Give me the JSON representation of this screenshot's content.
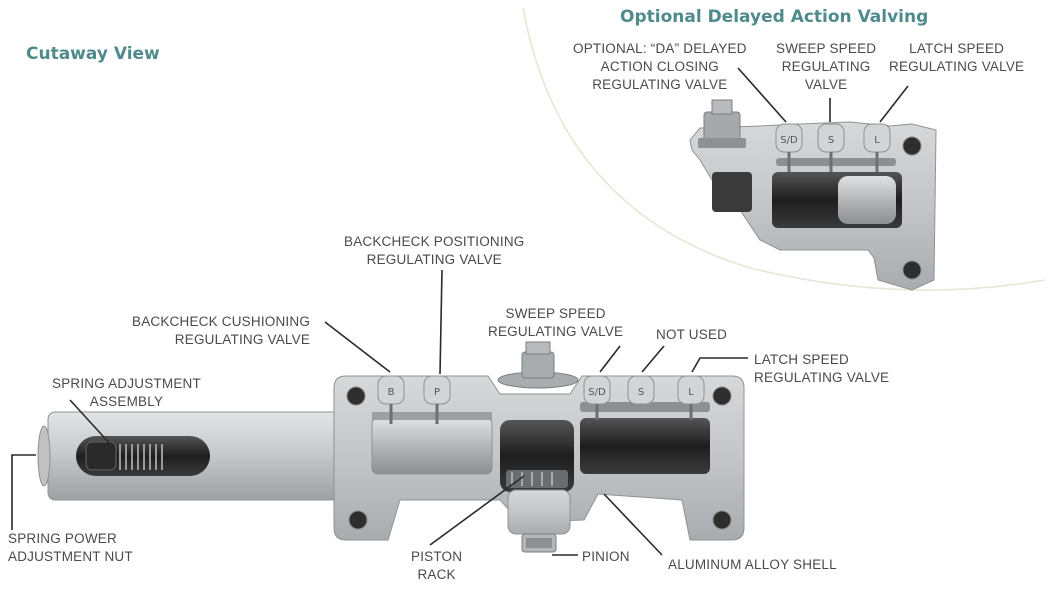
{
  "headings": {
    "cutaway": "Cutaway View",
    "optional": "Optional Delayed Action Valving"
  },
  "inset_labels": {
    "da_valve": [
      "OPTIONAL: “DA” DELAYED",
      "ACTION CLOSING",
      "REGULATING VALVE"
    ],
    "sweep_speed": [
      "SWEEP SPEED",
      "REGULATING",
      "VALVE"
    ],
    "latch_speed": [
      "LATCH SPEED",
      "REGULATING VALVE"
    ]
  },
  "main_labels": {
    "backcheck_positioning": [
      "BACKCHECK POSITIONING",
      "REGULATING VALVE"
    ],
    "backcheck_cushioning": [
      "BACKCHECK CUSHIONING",
      "REGULATING VALVE"
    ],
    "sweep_speed": [
      "SWEEP SPEED",
      "REGULATING VALVE"
    ],
    "not_used": [
      "NOT USED"
    ],
    "latch_speed": [
      "LATCH SPEED",
      "REGULATING VALVE"
    ],
    "spring_adjustment": [
      "SPRING ADJUSTMENT",
      "ASSEMBLY"
    ],
    "spring_power": [
      "SPRING POWER",
      "ADJUSTMENT NUT"
    ],
    "piston_rack": [
      "PISTON",
      "RACK"
    ],
    "pinion": [
      "PINION"
    ],
    "shell": [
      "ALUMINUM ALLOY SHELL"
    ]
  },
  "valve_markings": {
    "backcheck": "B",
    "positioning": "P",
    "delayed_action": "S/D",
    "sweep": "S",
    "latch": "L"
  },
  "colors": {
    "heading": "#4f8a8c",
    "label": "#4a4a4a",
    "leader": "#2a2a2a",
    "metal": "#c9cbcd",
    "metal_dark": "#9a9da0",
    "cavity": "#2b2b2b",
    "arc": "#e8e6d6"
  }
}
